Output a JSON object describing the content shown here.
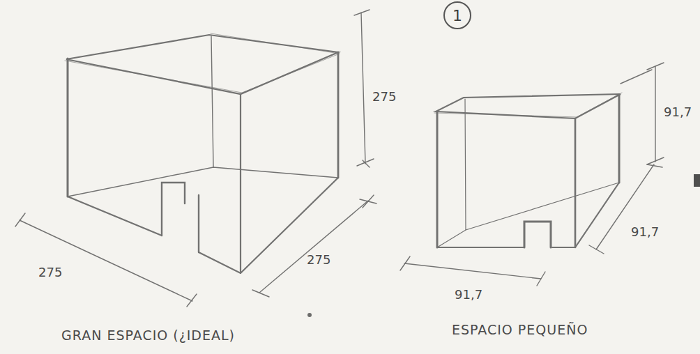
{
  "diagram": {
    "nodes": [
      {
        "text": [
          "1"
        ]
      }
    ],
    "labels": [
      "275",
      "275",
      "275",
      "91,7",
      "91,7",
      "91,7",
      "GRAN ESPACIO (¿IDEAL)",
      "ESPACIO PEQUEÑO"
    ]
  }
}
